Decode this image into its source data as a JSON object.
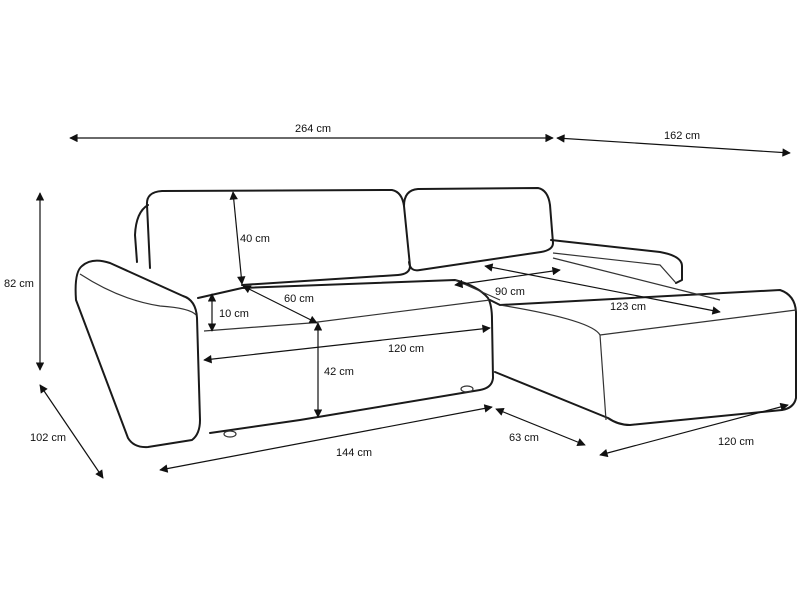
{
  "title": "Corner sofa dimensions",
  "dimensions": {
    "total_width": "264 cm",
    "chaise_depth": "162 cm",
    "height": "82 cm",
    "depth": "102 cm",
    "back_cushion_height": "40 cm",
    "seat_depth": "60 cm",
    "armrest_above_seat": "10 cm",
    "seat_width": "120 cm",
    "seat_height": "42 cm",
    "main_section_width": "144 cm",
    "chaise_side": "63 cm",
    "chaise_width": "120 cm",
    "chaise_seat_depth": "90 cm",
    "chaise_length": "123 cm"
  }
}
